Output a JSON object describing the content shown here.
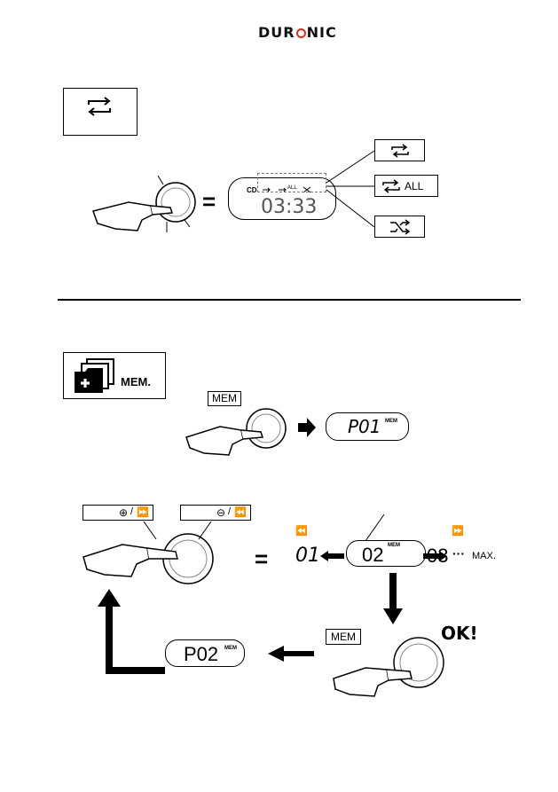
{
  "header": {
    "brand": "DURONIC"
  },
  "repeat_section": {
    "display_time": "03:33",
    "lcd_cd": "CD",
    "lcd_all": "ALL",
    "option_all": "ALL",
    "equals": "="
  },
  "memory_section": {
    "mem_label": "MEM.",
    "mem_button": "MEM",
    "display_p01": "P01",
    "mem_tag": "MEM"
  },
  "program_section": {
    "equals": "=",
    "track_01": "01",
    "track_02": "02",
    "track_03": "03",
    "dots": "···",
    "max_label": "MAX.",
    "mem_button": "MEM",
    "ok_label": "OK!",
    "display_p02": "P02",
    "mem_tag": "MEM",
    "slash": "/"
  }
}
